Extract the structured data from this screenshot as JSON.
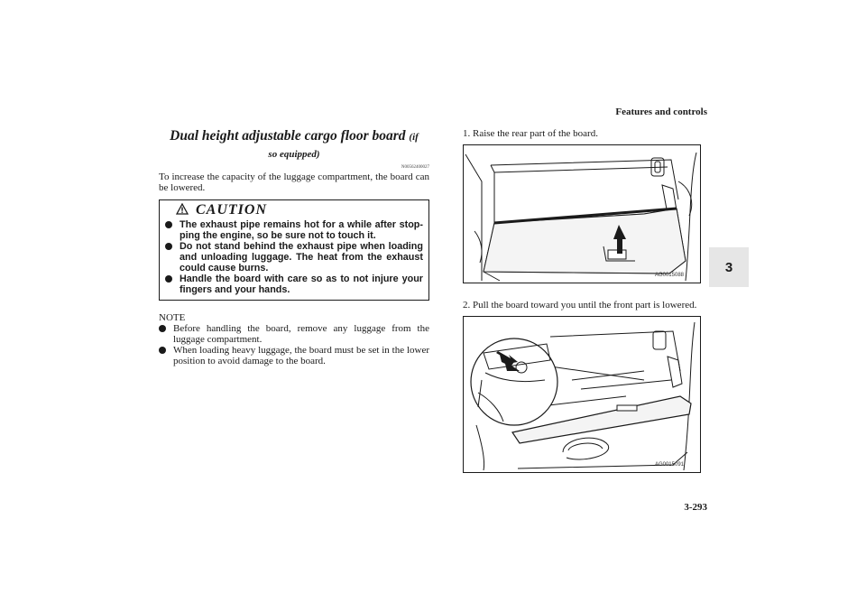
{
  "header": {
    "title": "Features and controls",
    "page_number": "3-293",
    "section_tab": "3"
  },
  "section": {
    "title": "Dual height adjustable cargo floor board",
    "title_suffix_1": "(if",
    "title_suffix_2": "so equipped)",
    "code": "N00562400027",
    "intro": "To increase the capacity of the luggage compartment, the board can be lowered."
  },
  "caution": {
    "title": "CAUTION",
    "icon": "warning-triangle-icon",
    "items": [
      "The exhaust pipe remains hot for a while after stop-ping the engine, so be sure not to touch it.",
      "Do not stand behind the exhaust pipe when loading and unloading luggage. The heat from the exhaust could cause burns.",
      "Handle the board with care so as to not injure your fingers and your hands."
    ]
  },
  "note": {
    "title": "NOTE",
    "items": [
      "Before handling the board, remove any luggage from the luggage compartment.",
      "When loading heavy luggage, the board must be set in the lower position to avoid damage to the board."
    ]
  },
  "steps": [
    {
      "text": "1. Raise the rear part of the board.",
      "figure_code": "AG0015088"
    },
    {
      "text": "2. Pull the board toward you until the front part is lowered.",
      "figure_code": "AG0015091"
    }
  ]
}
